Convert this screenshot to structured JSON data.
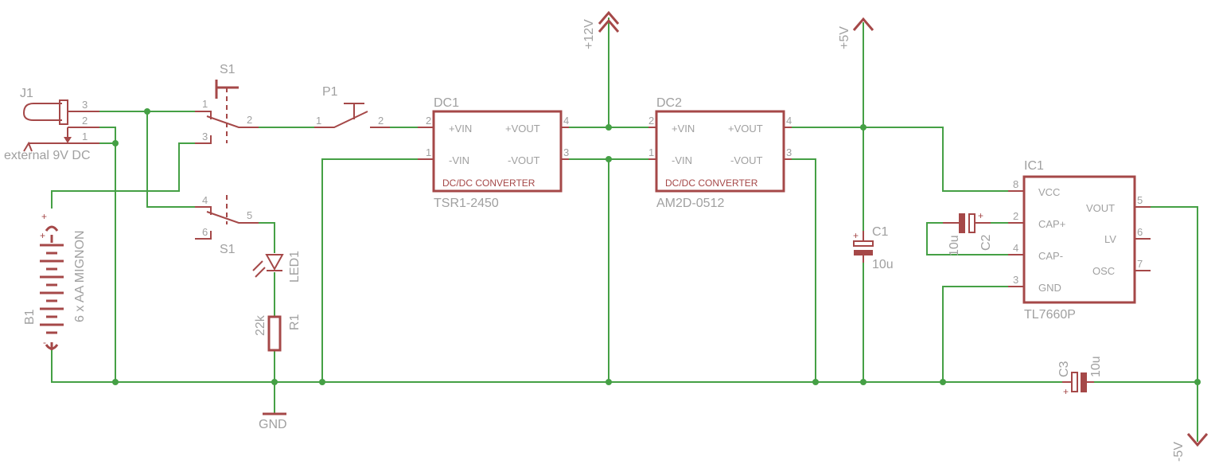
{
  "colors": {
    "wire": "#45a045",
    "part": "#a54848",
    "label": "#a0a0a0"
  },
  "parts": {
    "J1": {
      "name": "J1",
      "value": "external 9V DC",
      "pins": [
        "3",
        "2",
        "1"
      ]
    },
    "S1": {
      "name": "S1",
      "name2": "S1",
      "pins": [
        "1",
        "2",
        "3",
        "4",
        "5",
        "6"
      ]
    },
    "P1": {
      "name": "P1",
      "pins": [
        "1",
        "2"
      ]
    },
    "B1": {
      "name": "B1",
      "value": "6 x AA MIGNON",
      "plus": "+",
      "plus2": "+",
      "minus": "-"
    },
    "LED1": {
      "name": "LED1"
    },
    "R1": {
      "name": "R1",
      "value": "22k"
    },
    "DC1": {
      "name": "DC1",
      "value": "TSR1-2450",
      "type": "DC/DC CONVERTER",
      "pins": {
        "p2": "2",
        "p1": "1",
        "p4": "4",
        "p3": "3"
      },
      "labels": {
        "vin_p": "+VIN",
        "vin_n": "-VIN",
        "vout_p": "+VOUT",
        "vout_n": "-VOUT"
      }
    },
    "DC2": {
      "name": "DC2",
      "value": "AM2D-0512",
      "type": "DC/DC CONVERTER",
      "pins": {
        "p2": "2",
        "p1": "1",
        "p4": "4",
        "p3": "3"
      },
      "labels": {
        "vin_p": "+VIN",
        "vin_n": "-VIN",
        "vout_p": "+VOUT",
        "vout_n": "-VOUT"
      }
    },
    "C1": {
      "name": "C1",
      "value": "10u",
      "plus": "+"
    },
    "C2": {
      "name": "C2",
      "value": "10u",
      "plus": "+"
    },
    "C3": {
      "name": "C3",
      "value": "10u",
      "plus": "+"
    },
    "IC1": {
      "name": "IC1",
      "value": "TL7660P",
      "pins": {
        "vcc": "8",
        "capp": "2",
        "capn": "4",
        "gnd": "3",
        "vout": "5",
        "lv": "6",
        "osc": "7"
      },
      "labels": {
        "vcc": "VCC",
        "capp": "CAP+",
        "capn": "CAP-",
        "gnd": "GND",
        "vout": "VOUT",
        "lv": "LV",
        "osc": "OSC"
      }
    }
  },
  "supplies": {
    "p12": "+12V",
    "p5": "+5V",
    "n5": "-5V",
    "gnd": "GND"
  }
}
